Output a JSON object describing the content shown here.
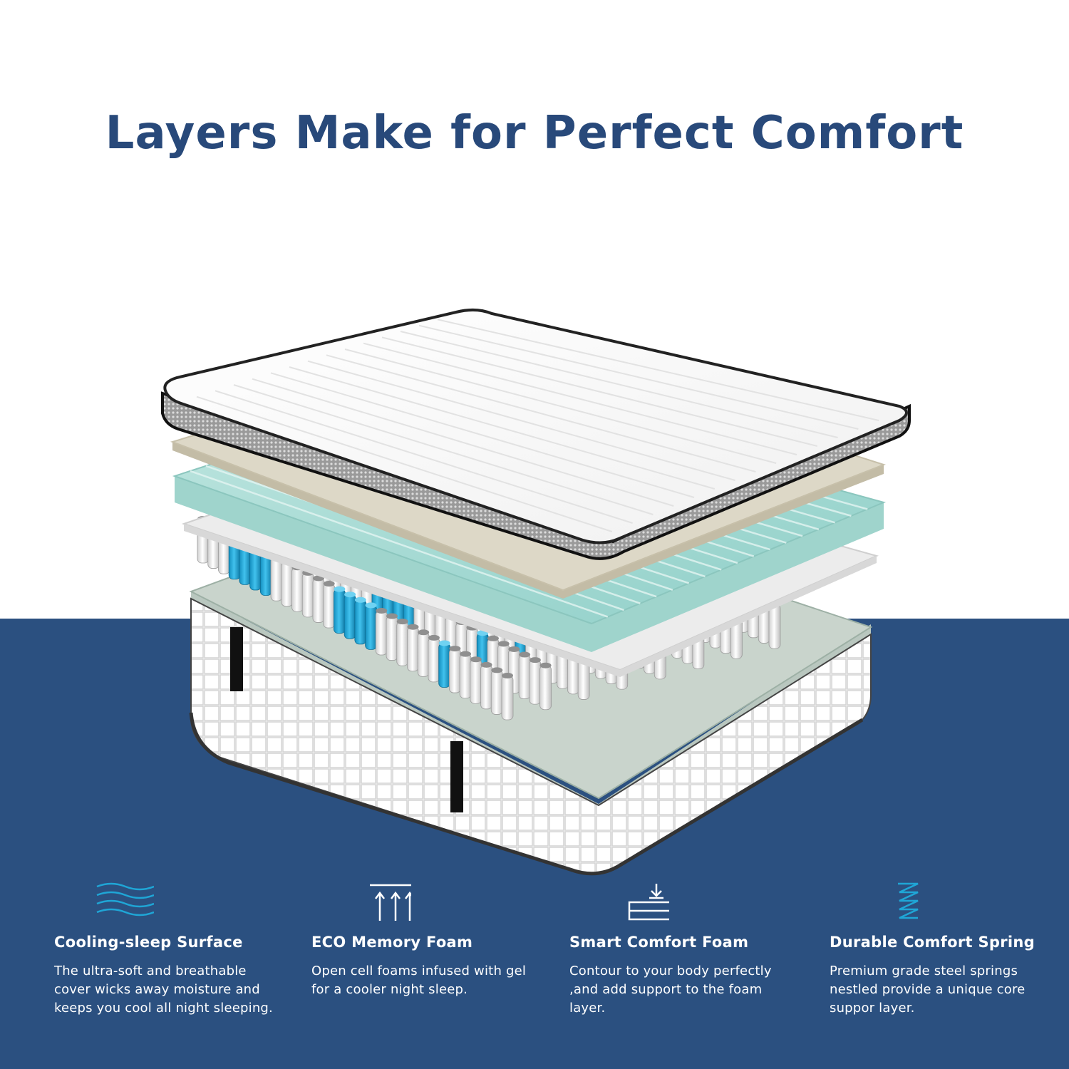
{
  "colors": {
    "navy": "#2b5080",
    "title": "#28497a",
    "accent": "#1fa6d6"
  },
  "title": "Layers Make for Perfect Comfort",
  "features": [
    {
      "icon": "waves-icon",
      "title": "Cooling-sleep Surface",
      "desc": "The ultra-soft and breathable cover wicks away moisture and keeps you cool all night sleeping."
    },
    {
      "icon": "up-arrows-icon",
      "title": "ECO Memory Foam",
      "desc": "Open cell foams infused with gel for a cooler night sleep."
    },
    {
      "icon": "press-foam-icon",
      "title": "Smart Comfort Foam",
      "desc": "Contour to your body perfectly ,and add support to the foam layer."
    },
    {
      "icon": "spring-coil-icon",
      "title": "Durable Comfort Spring",
      "desc": "Premium grade steel springs nestled provide a unique core suppor layer."
    }
  ]
}
